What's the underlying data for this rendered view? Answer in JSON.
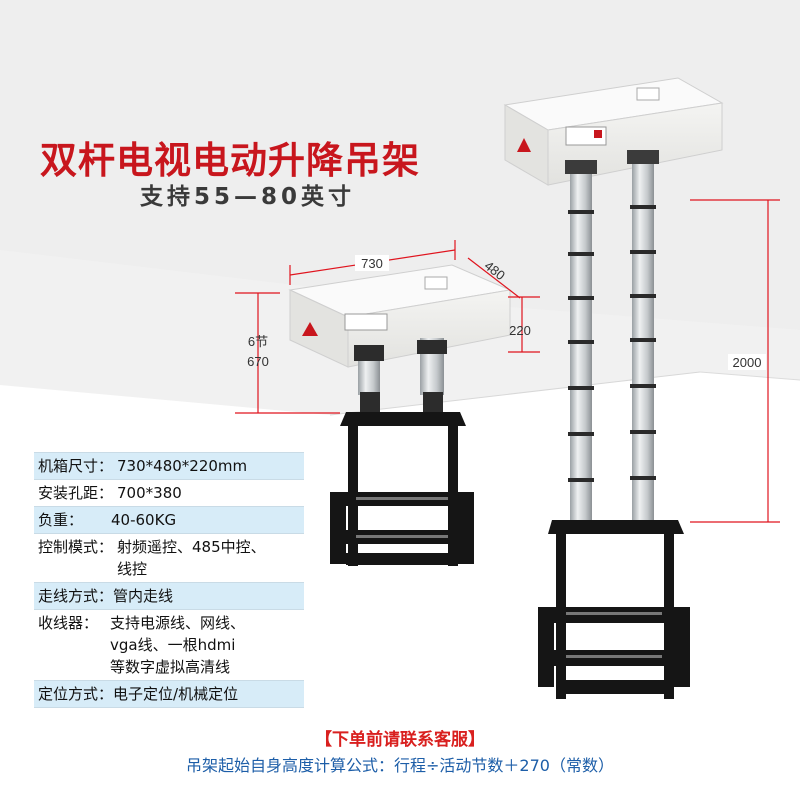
{
  "header": {
    "title": "双杆电视电动升降吊架",
    "subtitle": "支持55—80英寸"
  },
  "dimensions": {
    "width": "730",
    "depth": "480",
    "height": "220",
    "sections": "6节",
    "small_travel": "670",
    "large_travel": "2000"
  },
  "specs": [
    {
      "label": "机箱尺寸：",
      "values": [
        "730*480*220mm"
      ],
      "shaded": true
    },
    {
      "label": "安装孔距：",
      "values": [
        "700*380"
      ],
      "shaded": false
    },
    {
      "label": "负重：",
      "values": [
        "40-60KG"
      ],
      "shaded": true
    },
    {
      "label": "控制模式：",
      "values": [
        "射频遥控、485中控、",
        "线控"
      ],
      "shaded": false
    },
    {
      "label": "走线方式：",
      "values": [
        "管内走线"
      ],
      "shaded": true
    },
    {
      "label": "收线器：",
      "values": [
        "支持电源线、网线、",
        "vga线、一根hdmi",
        "等数字虚拟高清线"
      ],
      "shaded": false
    },
    {
      "label": "定位方式：",
      "values": [
        "电子定位/机械定位"
      ],
      "shaded": true
    }
  ],
  "footer": {
    "notice": "【下单前请联系客服】",
    "formula": "吊架起始自身高度计算公式：行程÷活动节数＋270（常数）"
  },
  "colors": {
    "title_red": "#c8161d",
    "shade_blue": "#d7ecf8",
    "formula_blue": "#1d5ea8",
    "bracket_black": "#151515",
    "box_white": "#f3f3f1"
  }
}
